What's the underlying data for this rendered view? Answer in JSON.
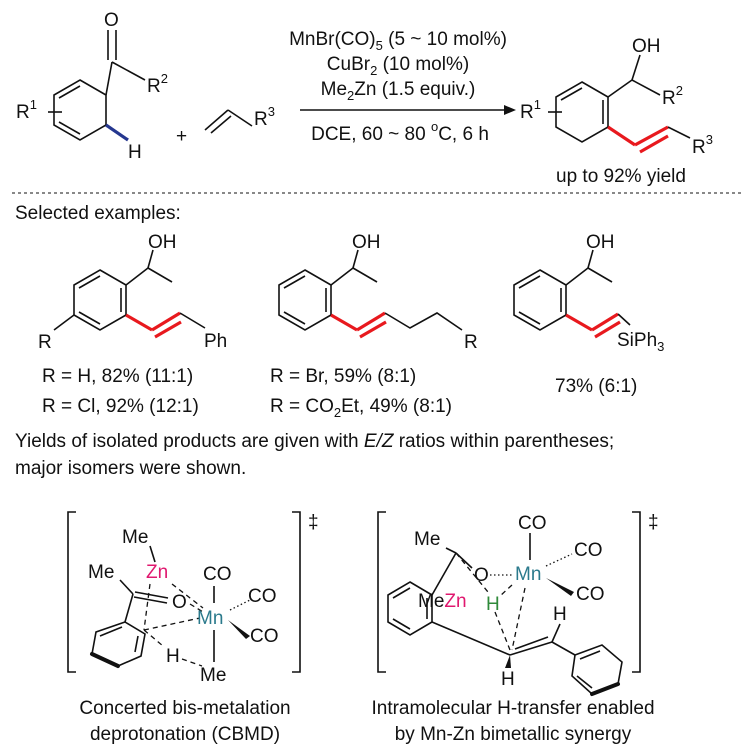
{
  "scheme": {
    "reactant1": {
      "O": "O",
      "R2": "R",
      "R2_sup": "2",
      "R1": "R",
      "R1_sup": "1",
      "H": "H"
    },
    "plus": "+",
    "reactant2": {
      "R3": "R",
      "R3_sup": "3"
    },
    "conditions": {
      "line1_a": "MnBr(CO)",
      "line1_sub": "5",
      "line1_b": " (5 ~ 10 mol%)",
      "line2_a": "CuBr",
      "line2_sub": "2",
      "line2_b": " (10 mol%)",
      "line3_a": "Me",
      "line3_sub": "2",
      "line3_b": "Zn (1.5 equiv.)",
      "line4_a": "DCE, 60 ~ 80 ",
      "line4_sup": "o",
      "line4_b": "C, 6 h"
    },
    "product": {
      "OH": "OH",
      "R1": "R",
      "R1_sup": "1",
      "R2": "R",
      "R2_sup": "2",
      "R3": "R",
      "R3_sup": "3"
    },
    "yield_note": "up to 92% yield"
  },
  "examples": {
    "heading": "Selected examples:",
    "ex1": {
      "OH": "OH",
      "R": "R",
      "Ph": "Ph",
      "line1": "R = H, 82% (11:1)",
      "line2": "R = Cl, 92% (12:1)"
    },
    "ex2": {
      "OH": "OH",
      "R": "R",
      "line1": "R = Br, 59% (8:1)",
      "line2_a": "R = CO",
      "line2_sub": "2",
      "line2_b": "Et, 49% (8:1)"
    },
    "ex3": {
      "OH": "OH",
      "Si_a": "SiPh",
      "Si_sub": "3",
      "line1": "73% (6:1)"
    },
    "note_a": "Yields of isolated products are given with ",
    "note_ital": "E/Z",
    "note_b": " ratios within parentheses;",
    "note_line2": "major isomers were shown."
  },
  "transition_states": {
    "ts1": {
      "dagger": "‡",
      "Me_zn": "Me",
      "Zn": "Zn",
      "Me_c": "Me",
      "O": "O",
      "Mn": "Mn",
      "CO1": "CO",
      "CO2": "CO",
      "CO3": "CO",
      "H": "H",
      "Me_mn": "Me",
      "caption1": "Concerted bis-metalation",
      "caption2": "deprotonation (CBMD)"
    },
    "ts2": {
      "dagger": "‡",
      "Me_c": "Me",
      "O": "O",
      "Mn": "Mn",
      "CO1": "CO",
      "CO2": "CO",
      "CO3": "CO",
      "Me_zn": "Me",
      "Zn": "Zn",
      "H_green": "H",
      "H1": "H",
      "H2": "H",
      "caption1": "Intramolecular H-transfer  enabled",
      "caption2": "by  Mn-Zn bimetallic synergy"
    }
  },
  "colors": {
    "red_bond": "#e8191e",
    "blue_bond": "#25378f",
    "zinc": "#e0186f",
    "manganese": "#2b7a8c",
    "hydride": "#2f8a3a"
  }
}
